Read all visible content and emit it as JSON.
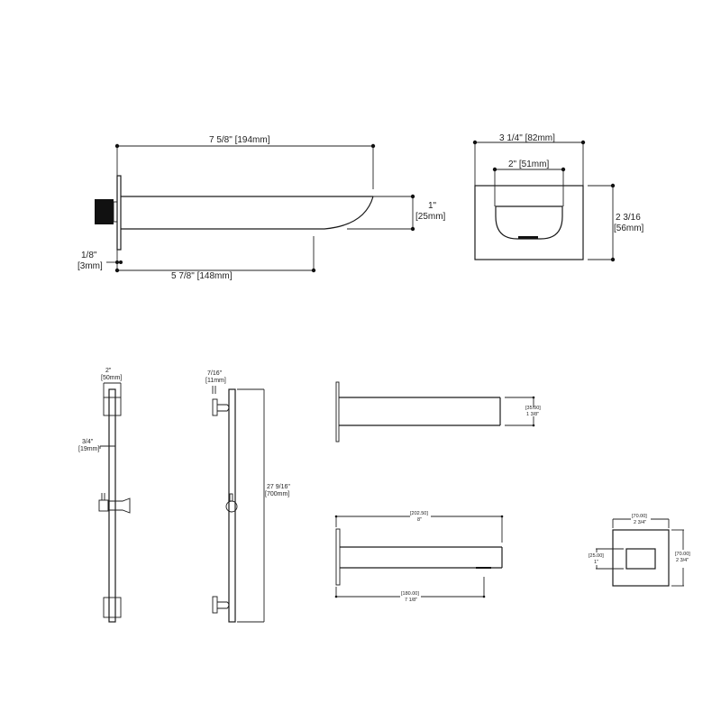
{
  "drawing": {
    "title": "Tub spout and slide bar dimension drawing",
    "stroke_color": "#1a1a1a",
    "background": "#ffffff"
  },
  "spout_side_view": {
    "overall_length": "7 5/8\" [194mm]",
    "projection_length": "5 7/8\" [148mm]",
    "flange_thickness_in": "1/8\"",
    "flange_thickness_mm": "[3mm]",
    "height_in": "1\"",
    "height_mm": "[25mm]"
  },
  "spout_front_view": {
    "width": "3 1/4\" [82mm]",
    "outlet_width": "2\" [51mm]",
    "height_in": "2 3/16",
    "height_mm": "[56mm]"
  },
  "slide_bar_front": {
    "bracket_width_in": "2\"",
    "bracket_width_mm": "[50mm]",
    "bar_diameter_in": "3/4\"",
    "bar_diameter_mm": "[19mm]"
  },
  "slide_bar_side": {
    "offset_in": "7/16\"",
    "offset_mm": "[11mm]",
    "length_in": "27 9/16\"",
    "length_mm": "[700mm]"
  },
  "square_spout_side": {
    "height_mm": "[35.00]",
    "height_in": "1 3/8\""
  },
  "square_spout_side_2": {
    "overall_mm": "[202.50]",
    "overall_in": "8\"",
    "projection_mm": "[180.00]",
    "projection_in": "7 1/8\""
  },
  "square_spout_front": {
    "width_mm": "[70.00]",
    "width_in": "2 3/4\"",
    "height_mm": "[70.00]",
    "height_in": "2 3/4\"",
    "outlet_mm": "[25.00]",
    "outlet_in": "1\""
  }
}
